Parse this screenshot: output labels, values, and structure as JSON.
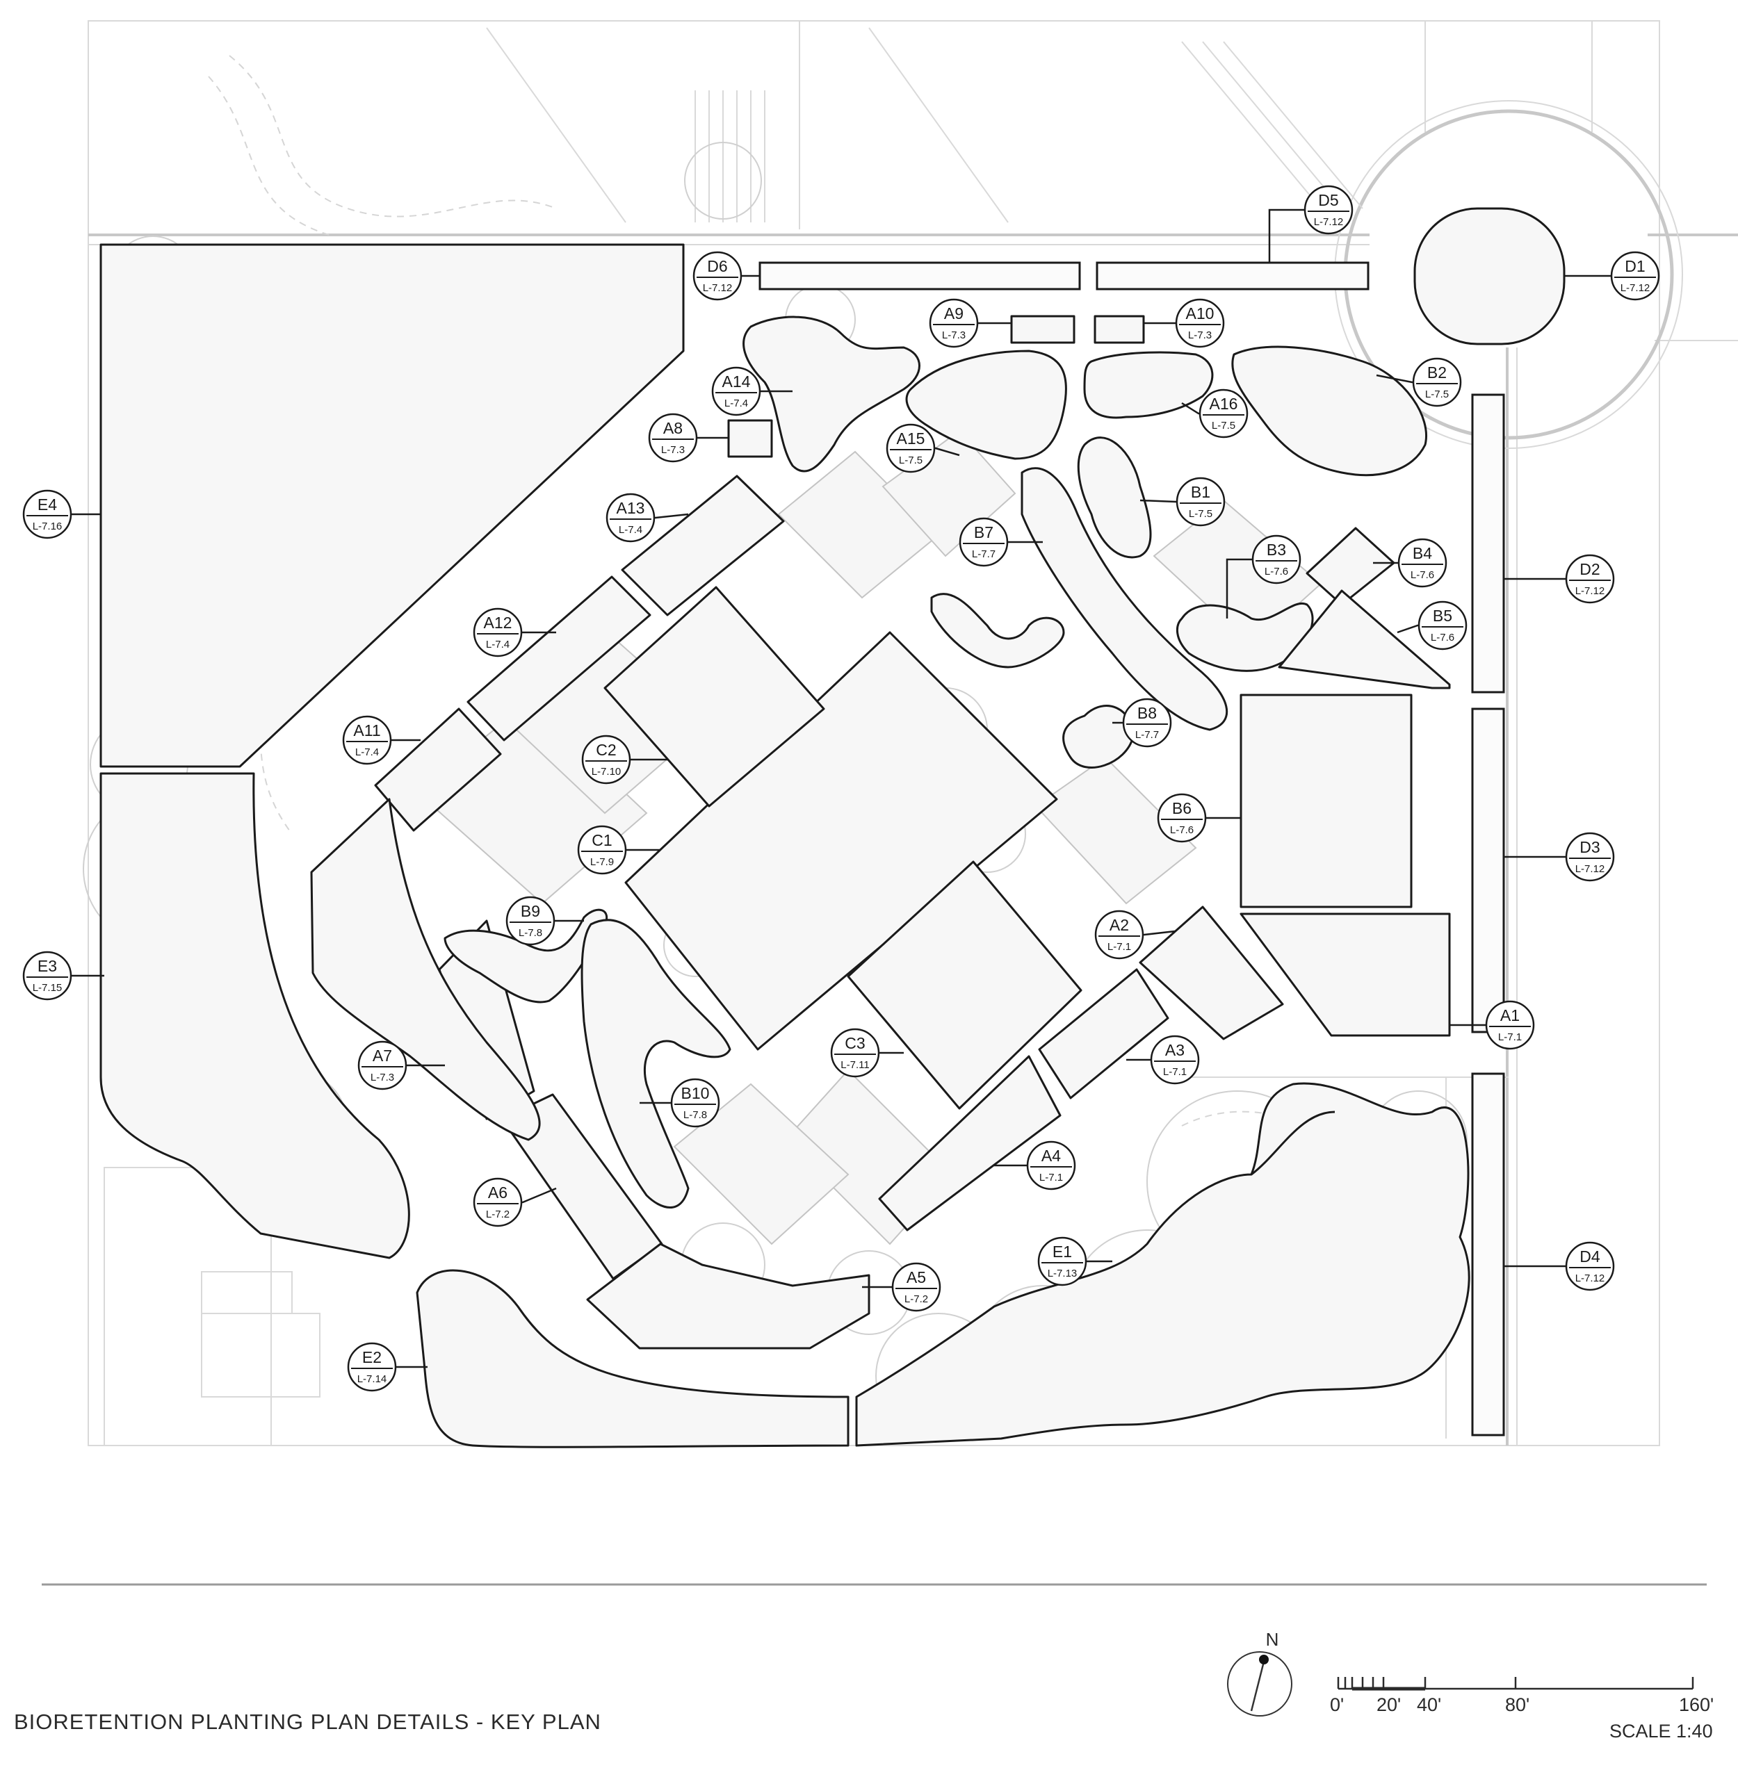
{
  "title": "BIORETENTION PLANTING PLAN DETAILS - KEY PLAN",
  "north_label": "N",
  "scale": {
    "ticks": [
      "0'",
      "20'",
      "40'",
      "80'",
      "160'"
    ],
    "ratio": "SCALE 1:40"
  },
  "callouts": [
    {
      "id": "D5",
      "ref": "L-7.12"
    },
    {
      "id": "D6",
      "ref": "L-7.12"
    },
    {
      "id": "D1",
      "ref": "L-7.12"
    },
    {
      "id": "A9",
      "ref": "L-7.3"
    },
    {
      "id": "A10",
      "ref": "L-7.3"
    },
    {
      "id": "A14",
      "ref": "L-7.4"
    },
    {
      "id": "B2",
      "ref": "L-7.5"
    },
    {
      "id": "A16",
      "ref": "L-7.5"
    },
    {
      "id": "A8",
      "ref": "L-7.3"
    },
    {
      "id": "A15",
      "ref": "L-7.5"
    },
    {
      "id": "B1",
      "ref": "L-7.5"
    },
    {
      "id": "E4",
      "ref": "L-7.16"
    },
    {
      "id": "A13",
      "ref": "L-7.4"
    },
    {
      "id": "B7",
      "ref": "L-7.7"
    },
    {
      "id": "B3",
      "ref": "L-7.6"
    },
    {
      "id": "B4",
      "ref": "L-7.6"
    },
    {
      "id": "D2",
      "ref": "L-7.12"
    },
    {
      "id": "A12",
      "ref": "L-7.4"
    },
    {
      "id": "B5",
      "ref": "L-7.6"
    },
    {
      "id": "B8",
      "ref": "L-7.7"
    },
    {
      "id": "A11",
      "ref": "L-7.4"
    },
    {
      "id": "C2",
      "ref": "L-7.10"
    },
    {
      "id": "B6",
      "ref": "L-7.6"
    },
    {
      "id": "C1",
      "ref": "L-7.9"
    },
    {
      "id": "D3",
      "ref": "L-7.12"
    },
    {
      "id": "B9",
      "ref": "L-7.8"
    },
    {
      "id": "A2",
      "ref": "L-7.1"
    },
    {
      "id": "E3",
      "ref": "L-7.15"
    },
    {
      "id": "A1",
      "ref": "L-7.1"
    },
    {
      "id": "C3",
      "ref": "L-7.11"
    },
    {
      "id": "A7",
      "ref": "L-7.3"
    },
    {
      "id": "A3",
      "ref": "L-7.1"
    },
    {
      "id": "B10",
      "ref": "L-7.8"
    },
    {
      "id": "A4",
      "ref": "L-7.1"
    },
    {
      "id": "A6",
      "ref": "L-7.2"
    },
    {
      "id": "E1",
      "ref": "L-7.13"
    },
    {
      "id": "D4",
      "ref": "L-7.12"
    },
    {
      "id": "A5",
      "ref": "L-7.2"
    },
    {
      "id": "E2",
      "ref": "L-7.14"
    }
  ]
}
